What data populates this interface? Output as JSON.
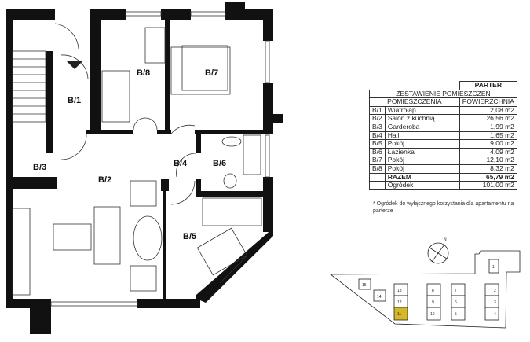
{
  "plan": {
    "rooms": {
      "b1": "B/1",
      "b2": "B/2",
      "b3": "B/3",
      "b4": "B/4",
      "b5": "B/5",
      "b6": "B/6",
      "b7": "B/7",
      "b8": "B/8"
    }
  },
  "table": {
    "level": "PARTER",
    "title": "ZESTAWIENIE POMIESZCZEŃ",
    "col_rooms": "POMIESZCZENIA",
    "col_area": "POWIERZCHNIA",
    "rows": [
      {
        "id": "B/1",
        "name": "Wiatrołap",
        "area": "2,08 m2"
      },
      {
        "id": "B/2",
        "name": "Salon z kuchnią",
        "area": "26,56 m2"
      },
      {
        "id": "B/3",
        "name": "Garderoba",
        "area": "1,99 m2"
      },
      {
        "id": "B/4",
        "name": "Hall",
        "area": "1,65 m2"
      },
      {
        "id": "B/5",
        "name": "Pokój",
        "area": "9,00 m2"
      },
      {
        "id": "B/6",
        "name": "Łazienka",
        "area": "4,09 m2"
      },
      {
        "id": "B/7",
        "name": "Pokój",
        "area": "12,10 m2"
      },
      {
        "id": "B/8",
        "name": "Pokój",
        "area": "8,32 m2"
      }
    ],
    "total_label": "RAZEM",
    "total_area": "65,79 m2",
    "garden_label": "Ogródek",
    "garden_area": "101,00 m2",
    "note": "* Ogródek do wyłącznego korzystania dla apartamentu na parterze"
  },
  "site": {
    "north": "N",
    "units": {
      "u1": "1",
      "u2": "2",
      "u3": "3",
      "u4": "4",
      "u5": "5",
      "u6": "6",
      "u7": "7",
      "u8": "8",
      "u9": "9",
      "u10": "10",
      "u11": "11",
      "u12": "12",
      "u13": "13",
      "u14": "14",
      "u15": "15"
    },
    "highlight_color": "#d4b82a"
  }
}
